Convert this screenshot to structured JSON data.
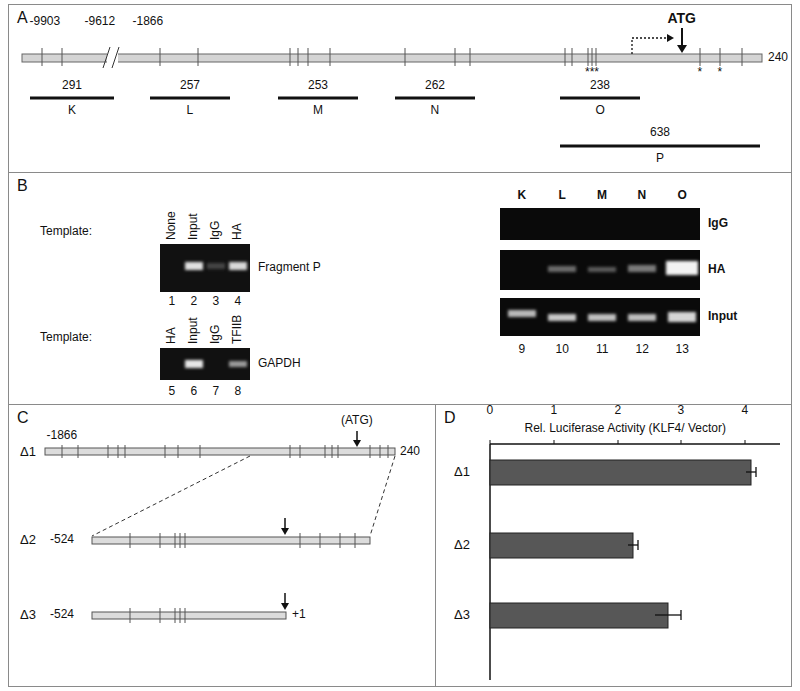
{
  "diagram": {
    "nodes": [
      {
        "text": [
          "A"
        ]
      },
      {
        "text": [
          "B"
        ]
      },
      {
        "text": [
          "C"
        ]
      },
      {
        "text": [
          "D"
        ]
      }
    ],
    "labels": [
      "ATG",
      "-9903",
      "-9612",
      "-1866",
      "240",
      "291",
      "257",
      "253",
      "262",
      "238",
      "638",
      "K",
      "L",
      "M",
      "N",
      "O",
      "P",
      "***",
      "*",
      "*",
      "Template:",
      "None",
      "Input",
      "IgG",
      "HA",
      "Fragment P",
      "1",
      "2",
      "3",
      "4",
      "Template:",
      "HA",
      "Input",
      "IgG",
      "TFIIB",
      "GAPDH",
      "5",
      "6",
      "7",
      "8",
      "K",
      "L",
      "M",
      "N",
      "O",
      "IgG",
      "HA",
      "Input",
      "9",
      "10",
      "11",
      "12",
      "13",
      "Δ1",
      "-1866",
      "(ATG)",
      "240",
      "Δ2",
      "-524",
      "Δ3",
      "-524",
      "+1",
      "Rel. Luciferase Activity (KLF4/ Vector)",
      "0",
      "1",
      "2",
      "3",
      "4",
      "Δ1",
      "Δ2",
      "Δ3"
    ]
  }
}
